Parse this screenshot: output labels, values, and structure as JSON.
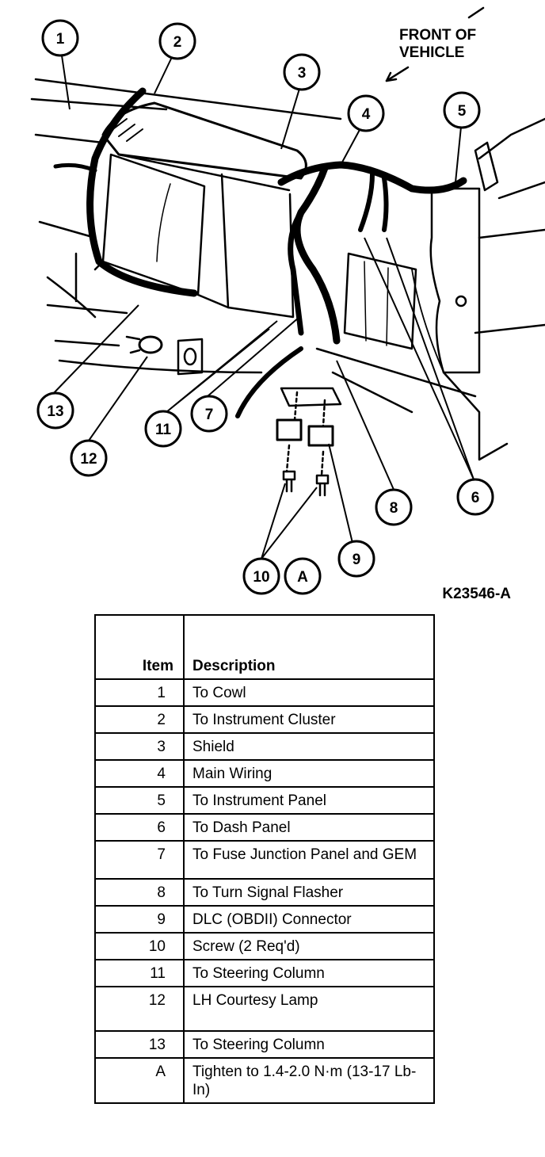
{
  "diagram": {
    "heading": [
      "FRONT OF",
      "VEHICLE"
    ],
    "figure_code": "K23546-A",
    "callouts": [
      "1",
      "2",
      "3",
      "4",
      "5",
      "6",
      "7",
      "8",
      "9",
      "10",
      "11",
      "12",
      "13",
      "A"
    ]
  },
  "legend": {
    "headers": {
      "item": "Item",
      "description": "Description"
    },
    "rows": [
      {
        "item": "1",
        "description": "To Cowl"
      },
      {
        "item": "2",
        "description": "To Instrument Cluster"
      },
      {
        "item": "3",
        "description": "Shield"
      },
      {
        "item": "4",
        "description": "Main Wiring"
      },
      {
        "item": "5",
        "description": "To Instrument Panel"
      },
      {
        "item": "6",
        "description": "To Dash Panel"
      },
      {
        "item": "7",
        "description": "To Fuse Junction Panel and GEM"
      },
      {
        "item": "8",
        "description": "To Turn Signal Flasher"
      },
      {
        "item": "9",
        "description": "DLC (OBDII) Connector"
      },
      {
        "item": "10",
        "description": "Screw (2 Req'd)"
      },
      {
        "item": "11",
        "description": "To Steering Column"
      },
      {
        "item": "12",
        "description": "LH Courtesy Lamp"
      },
      {
        "item": "13",
        "description": "To Steering Column"
      },
      {
        "item": "A",
        "description": "Tighten to 1.4-2.0 N·m (13-17 Lb-In)"
      }
    ]
  }
}
